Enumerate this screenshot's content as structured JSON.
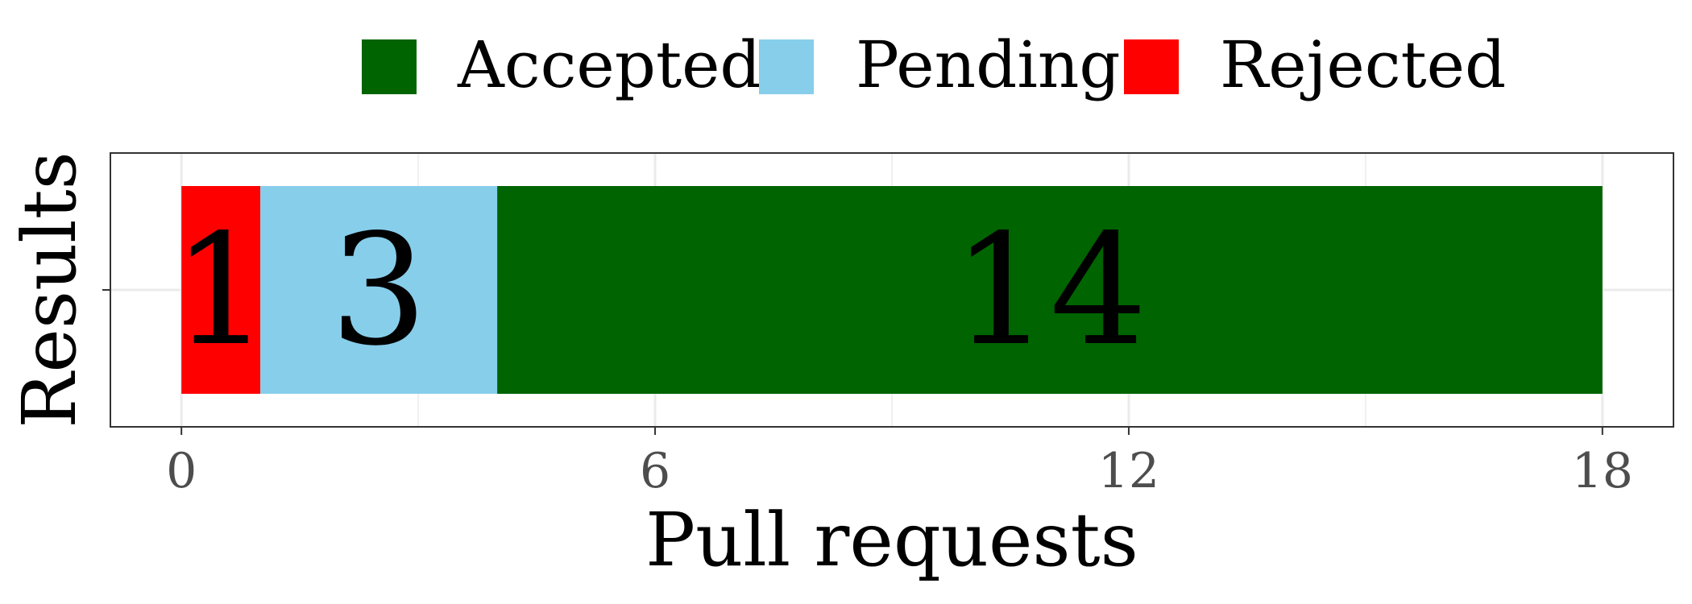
{
  "chart_data": {
    "type": "bar",
    "orientation": "horizontal",
    "stacked": true,
    "categories": [
      ""
    ],
    "series": [
      {
        "name": "Rejected",
        "values": [
          1
        ],
        "color": "#FF0000"
      },
      {
        "name": "Pending",
        "values": [
          3
        ],
        "color": "#87CEEB"
      },
      {
        "name": "Accepted",
        "values": [
          14
        ],
        "color": "#006400"
      }
    ],
    "legend": {
      "position": "top",
      "order": [
        "Accepted",
        "Pending",
        "Rejected"
      ]
    },
    "xlabel": "Pull requests",
    "ylabel": "Results",
    "xlim": [
      0,
      18
    ],
    "xticks": [
      "0",
      "6",
      "12",
      "18"
    ],
    "grid": true,
    "data_labels": [
      "1",
      "3",
      "14"
    ]
  }
}
